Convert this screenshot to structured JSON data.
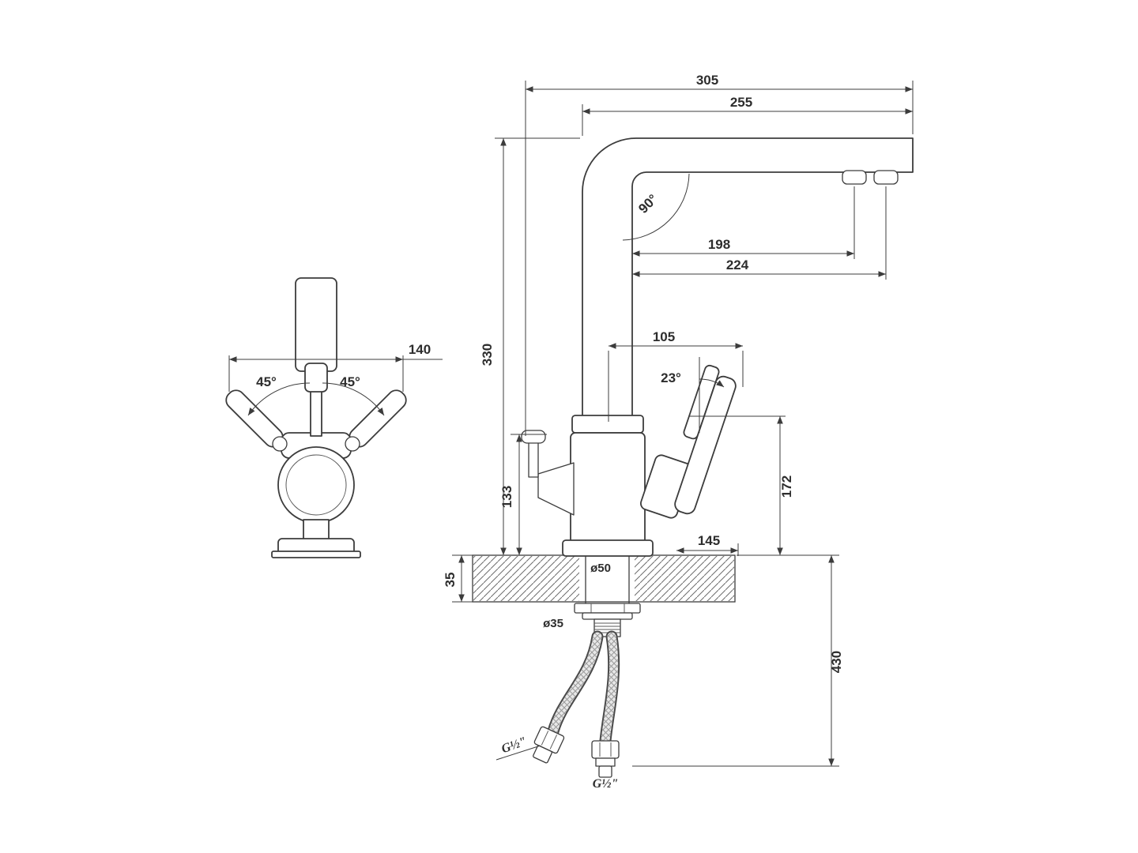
{
  "front_view": {
    "handle_span": "140",
    "handle_angle_left": "45°",
    "handle_angle_right": "45°"
  },
  "side_view": {
    "overall_depth": "305",
    "spout_reach": "255",
    "spout_angle": "90°",
    "outlet_reach_aux": "198",
    "outlet_reach_main": "224",
    "spout_height": "330",
    "handle_reach": "105",
    "handle_angle": "23°",
    "body_height": "133",
    "handle_height": "172",
    "base_offset": "145",
    "deck_thickness": "35",
    "base_diameter": "ø50",
    "hole_diameter": "ø35",
    "hose_length": "430",
    "hose_thread_left": "G½\"",
    "hose_thread_right": "G½\""
  }
}
